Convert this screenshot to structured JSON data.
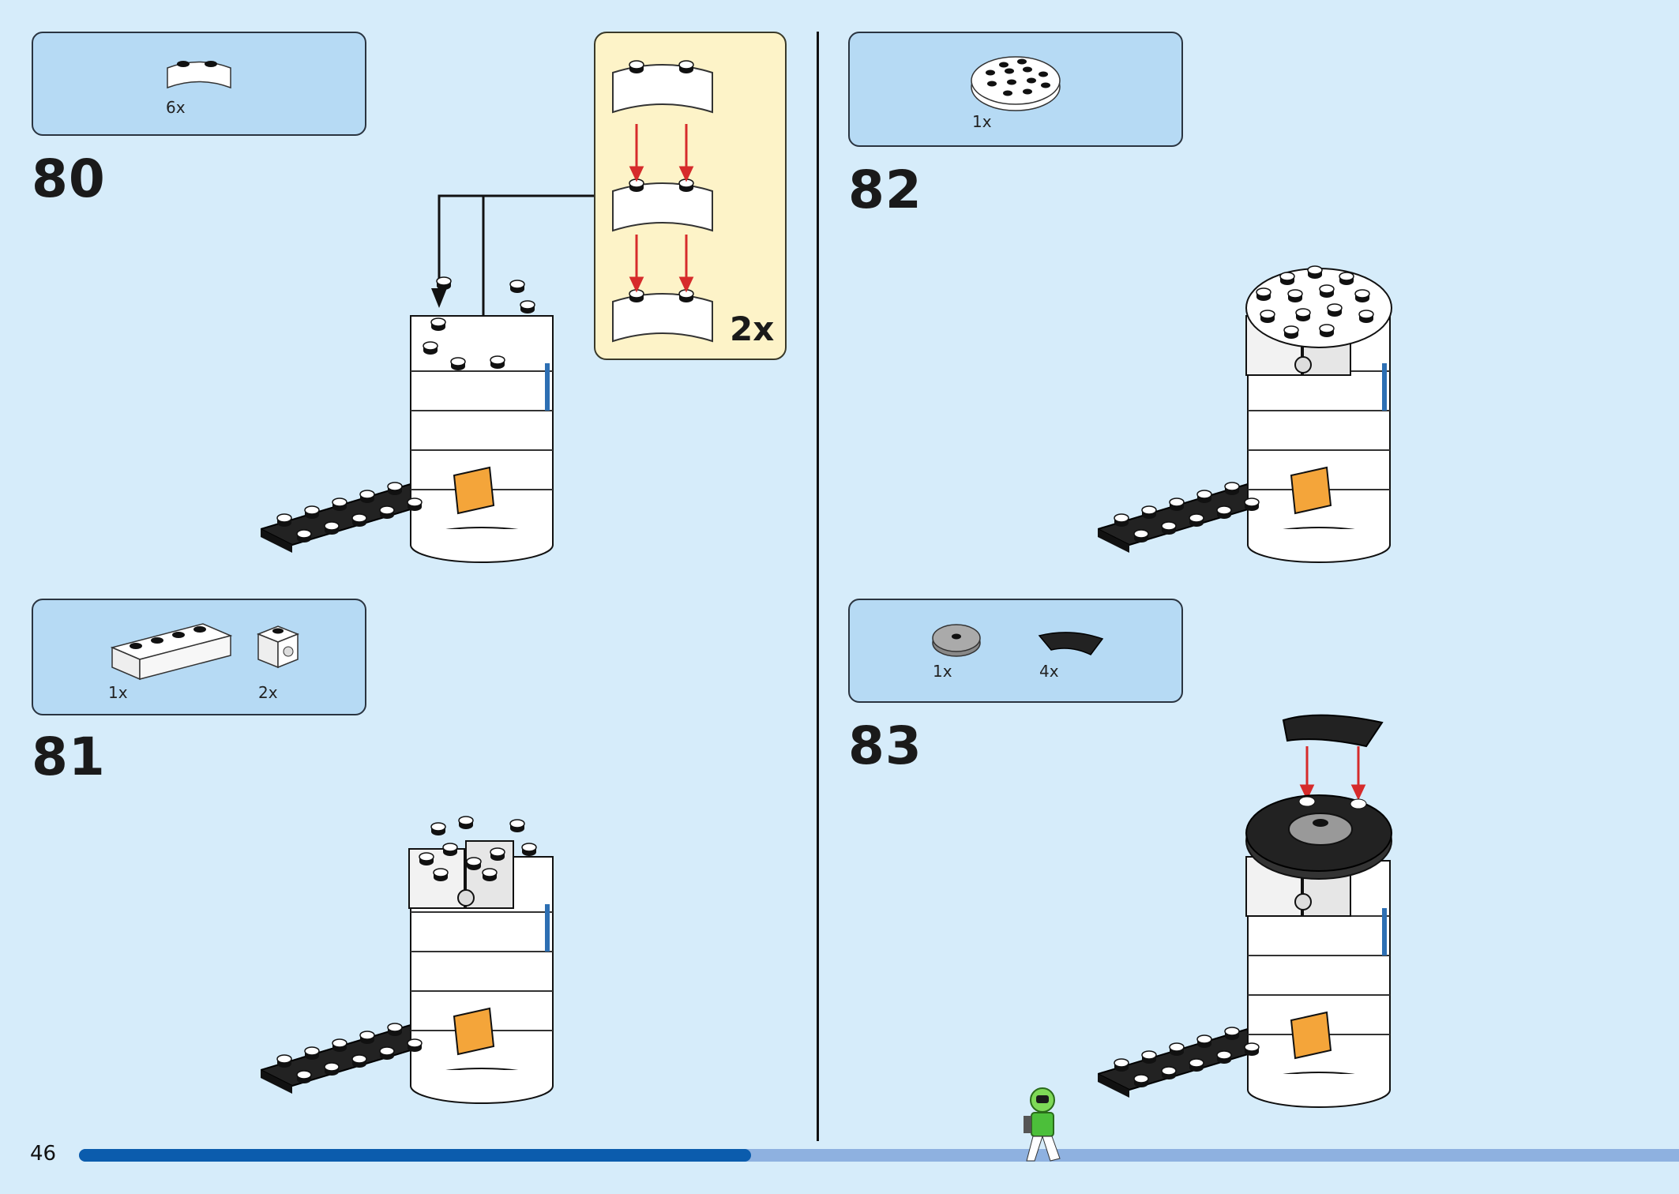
{
  "page": {
    "number": "46",
    "progress_fraction": 0.42
  },
  "steps": [
    {
      "number": "80",
      "parts": [
        {
          "icon": "white-curved-brick-2x2-icon",
          "qty": "6x"
        }
      ],
      "sub_assembly_multiplier": "2x"
    },
    {
      "number": "81",
      "parts": [
        {
          "icon": "white-brick-1x4-icon",
          "qty": "1x"
        },
        {
          "icon": "white-brick-1x1-with-stud-side-icon",
          "qty": "2x"
        }
      ]
    },
    {
      "number": "82",
      "parts": [
        {
          "icon": "white-round-plate-4x4-icon",
          "qty": "1x"
        }
      ]
    },
    {
      "number": "83",
      "parts": [
        {
          "icon": "grey-round-tile-2x2-icon",
          "qty": "1x"
        },
        {
          "icon": "black-curved-tile-icon",
          "qty": "4x"
        }
      ]
    }
  ],
  "colors": {
    "background": "#d6ecfa",
    "parts_box": "#b6daf4",
    "sub_box": "#fdf3c8",
    "progress": "#0b5cad",
    "progress_track": "#8eb1e0",
    "arrow": "#d62b2b"
  }
}
